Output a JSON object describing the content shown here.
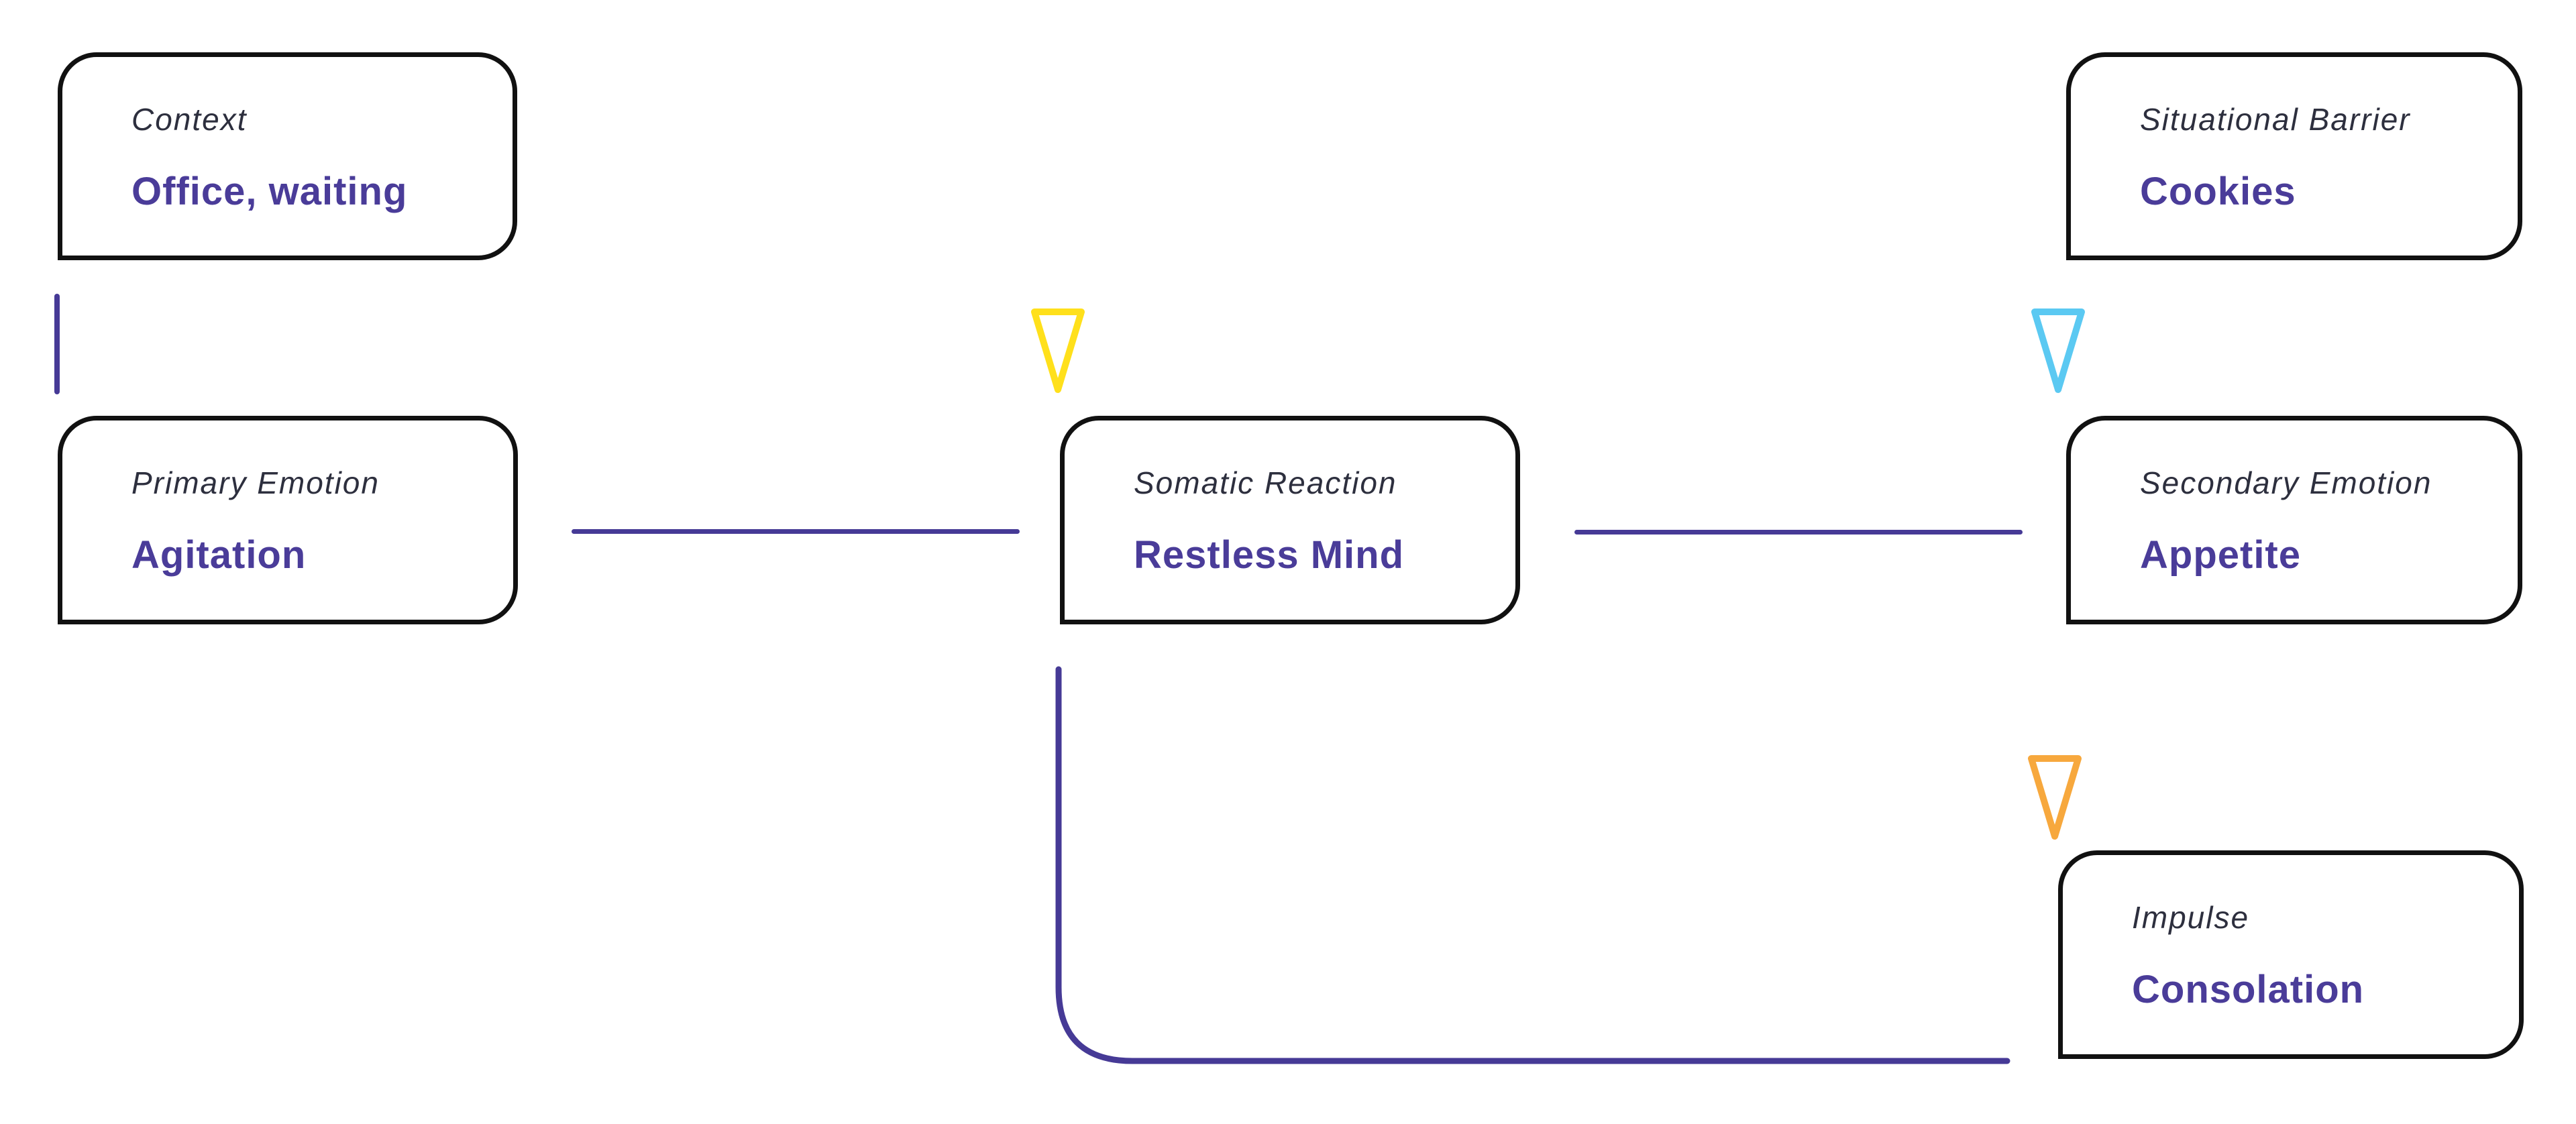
{
  "diagram": {
    "title": "emotion-chain-flow",
    "nodes": [
      {
        "id": "context",
        "label": "Context",
        "value": "Office, waiting"
      },
      {
        "id": "situational-barrier",
        "label": "Situational Barrier",
        "value": "Cookies"
      },
      {
        "id": "primary-emotion",
        "label": "Primary Emotion",
        "value": "Agitation"
      },
      {
        "id": "somatic-reaction",
        "label": "Somatic Reaction",
        "value": "Restless Mind"
      },
      {
        "id": "secondary-emotion",
        "label": "Secondary Emotion",
        "value": "Appetite"
      },
      {
        "id": "impulse",
        "label": "Impulse",
        "value": "Consolation"
      }
    ],
    "arrows": [
      {
        "name": "arrow-into-somatic-reaction",
        "direction": "down",
        "color": "#ffe01b"
      },
      {
        "name": "arrow-into-secondary-emotion",
        "direction": "down",
        "color": "#5bc9f2"
      },
      {
        "name": "arrow-into-impulse",
        "direction": "down",
        "color": "#f7a83d"
      }
    ],
    "colors": {
      "node_border": "#111111",
      "label_text": "#2d2f3e",
      "value_text": "#4a3c99",
      "connector": "#463a96",
      "arrow_yellow": "#ffe01b",
      "arrow_cyan": "#5bc9f2",
      "arrow_orange": "#f7a83d"
    }
  }
}
